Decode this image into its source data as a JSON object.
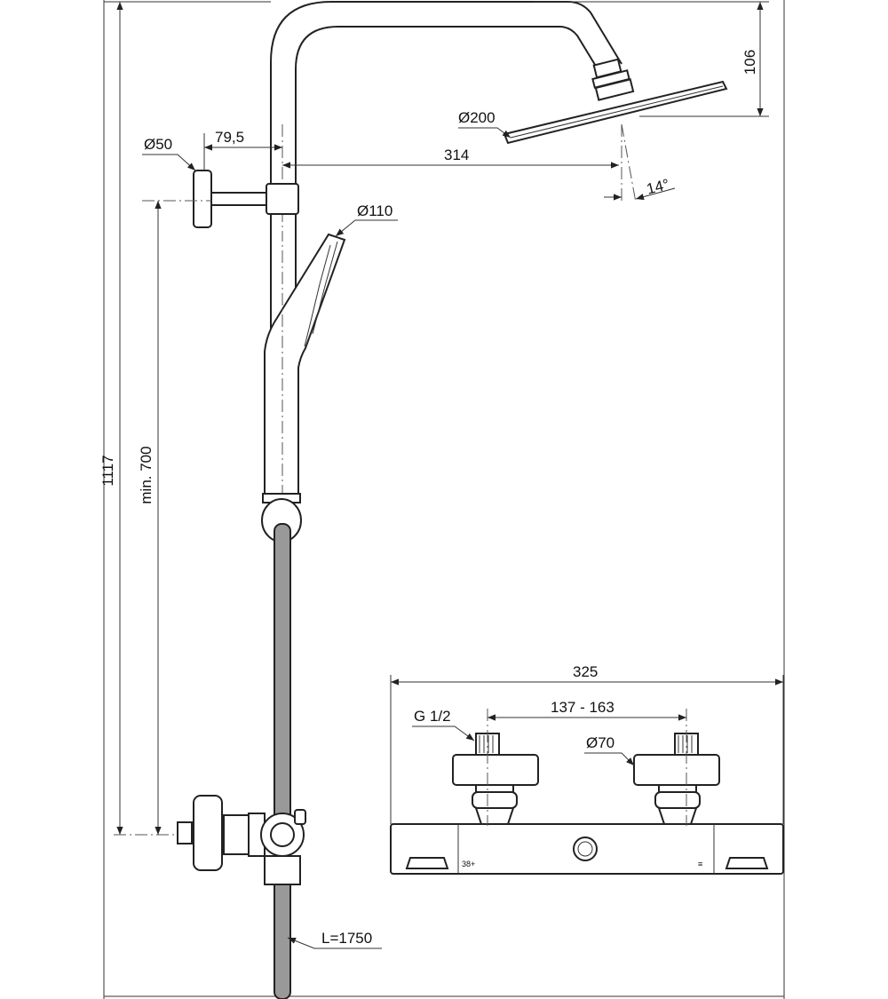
{
  "dimensions": {
    "total_height": "1117",
    "min_height": "min. 700",
    "wall_bracket_diameter": "Ø50",
    "bracket_offset": "79,5",
    "arm_reach": "314",
    "head_drop": "106",
    "head_diameter": "Ø200",
    "head_angle": "14°",
    "hand_shower_diameter": "Ø110",
    "overall_width": "325",
    "inlet_spacing": "137 - 163",
    "thread": "G 1/2",
    "rosette_diameter": "Ø70",
    "hose_length": "L=1750"
  },
  "colors": {
    "line": "#222222",
    "hose_fill": "#999999",
    "background": "#ffffff"
  }
}
